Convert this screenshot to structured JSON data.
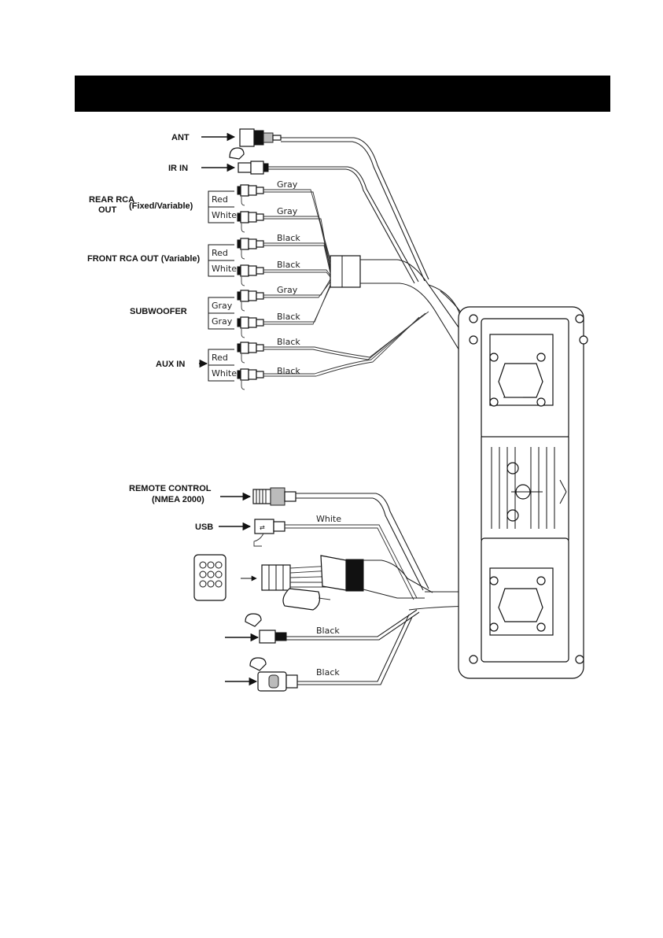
{
  "header": {
    "title": ""
  },
  "labels": {
    "ant": "ANT",
    "ir_in": "IR IN",
    "rear_rca": "REAR RCA",
    "rear_rca_out": "OUT",
    "rear_rca_mode": "(Fixed/Variable)",
    "front_rca": "FRONT RCA OUT (Variable)",
    "subwoofer": "SUBWOOFER",
    "aux_in": "AUX IN",
    "remote_control": "REMOTE CONTROL",
    "nmea": "(NMEA 2000)",
    "usb": "USB"
  },
  "boxes": {
    "rear": [
      "Red",
      "White"
    ],
    "front": [
      "Red",
      "White"
    ],
    "sub": [
      "Gray",
      "Gray"
    ],
    "aux": [
      "Red",
      "White"
    ]
  },
  "wires": {
    "rear_1": "Gray",
    "rear_2": "Gray",
    "front_1": "Black",
    "front_2": "Black",
    "sub_1": "Gray",
    "sub_2": "Black",
    "aux_1": "Black",
    "aux_2": "Black",
    "usb": "White",
    "lower_1": "Black",
    "lower_2": "Black"
  }
}
